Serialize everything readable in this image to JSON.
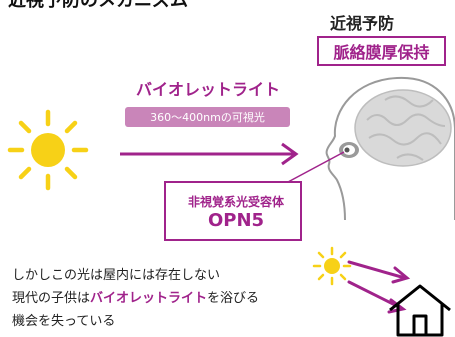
{
  "header": {
    "title": "近視予防のメカニズム"
  },
  "right_panel": {
    "title": "近視予防",
    "badge": "脈絡膜厚保持"
  },
  "light": {
    "label": "バイオレットライト",
    "range": "360〜400nmの可視光"
  },
  "receptor": {
    "line1": "非視覚系光受容体",
    "line2": "OPN5"
  },
  "bottom_text": {
    "line1": "しかしこの光は屋内には存在しない",
    "line2_prefix": "現代の子供は",
    "line2_highlight": "バイオレットライト",
    "line2_suffix": "を浴びる",
    "line3": "機会を失っている"
  },
  "colors": {
    "accent": "#a0238b",
    "sun": "#f7d117",
    "brain": "#d9d9d9"
  },
  "icons": [
    "sun-icon",
    "head-brain-illustration",
    "small-sun-icon",
    "house-icon"
  ]
}
